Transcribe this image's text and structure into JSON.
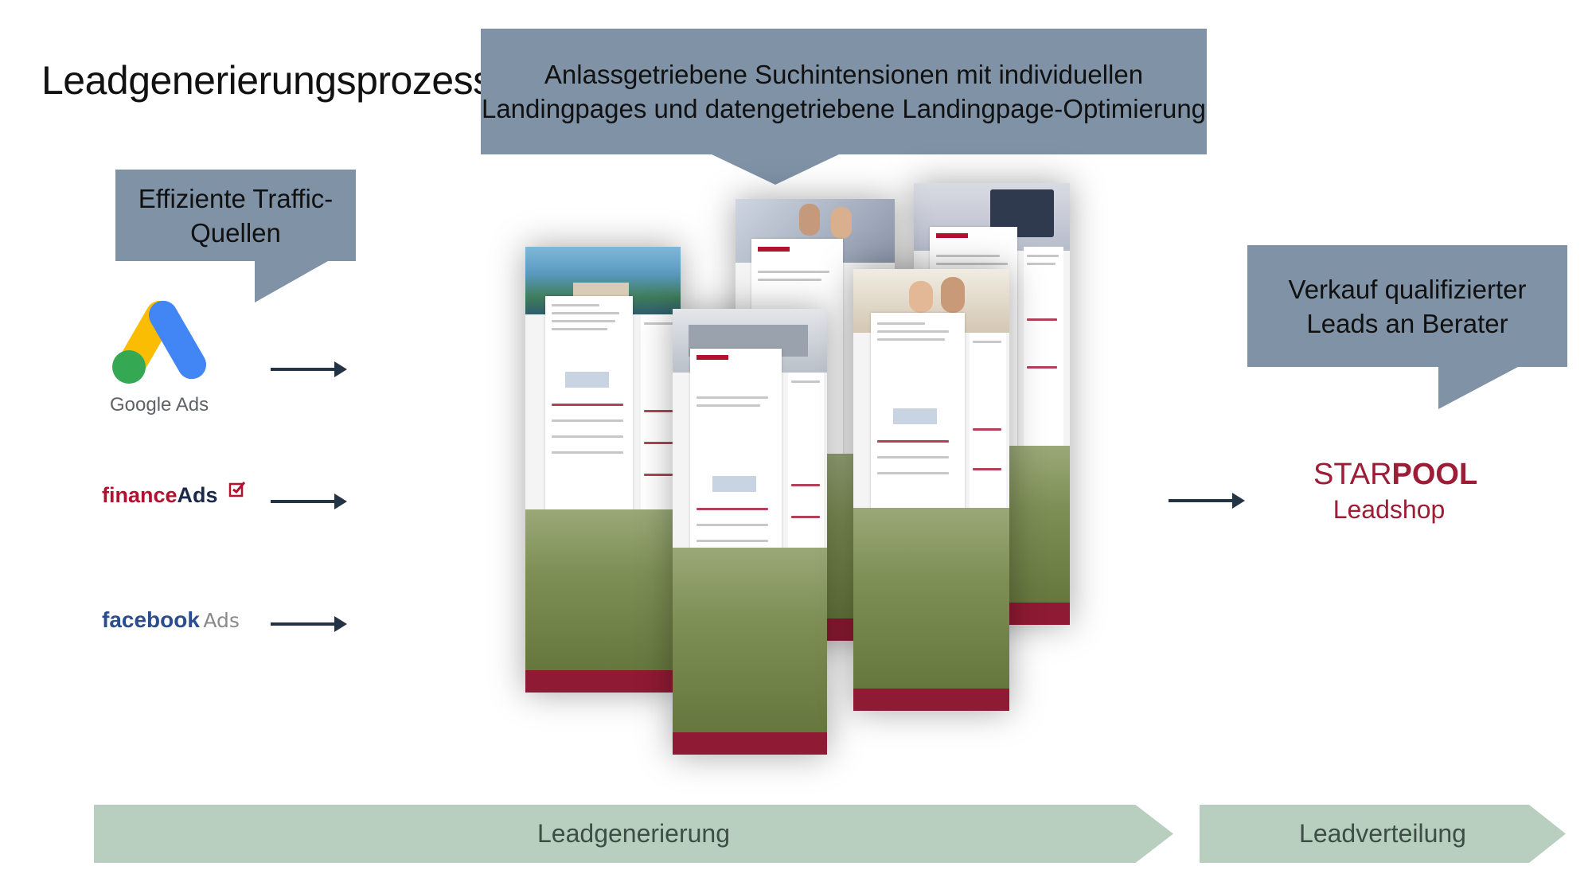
{
  "title": "Leadgenerierungsprozess",
  "callouts": {
    "landingpages": [
      "Anlassgetriebene Suchintensionen mit individuellen",
      "Landingpages und datengetriebene Landingpage-Optimierung"
    ],
    "traffic": [
      "Effiziente Traffic-",
      "Quellen"
    ],
    "sales": [
      "Verkauf qualifizierter",
      "Leads an Berater"
    ]
  },
  "sources": {
    "google": {
      "label": "Google Ads"
    },
    "finance": {
      "main": "finance",
      "ads": "Ads"
    },
    "facebook": {
      "main": "facebook",
      "ads": "Ads"
    }
  },
  "starpool": {
    "name_light": "STAR",
    "name_bold": "POOL",
    "sub": "Leadshop"
  },
  "phases": {
    "generation": "Leadgenerierung",
    "distribution": "Leadverteilung"
  },
  "colors": {
    "callout": "#7f92a6",
    "brand_red": "#9c1d36",
    "phase_green": "#b8cfbf",
    "arrow": "#243447"
  }
}
